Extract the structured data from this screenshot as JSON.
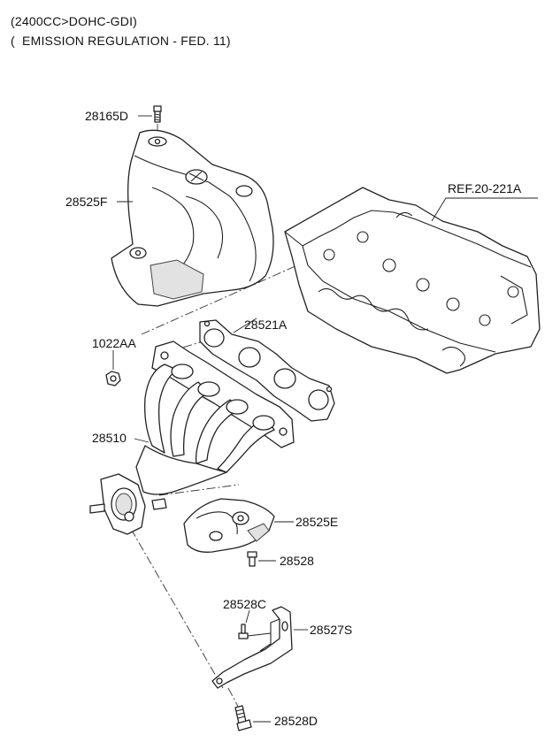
{
  "header": {
    "line1": "(2400CC>DOHC-GDI)",
    "line2": "(  EMISSION REGULATION - FED. 11)"
  },
  "labels": {
    "bolt_top": "28165D",
    "heat_shield_upper": "28525F",
    "ref": "REF.20-221A",
    "gasket": "28521A",
    "nut": "1022AA",
    "manifold": "28510",
    "heat_shield_lower": "28525E",
    "bolt_lower": "28528",
    "bolt_bracket": "28528C",
    "bracket": "28527S",
    "bolt_bottom": "28528D"
  }
}
